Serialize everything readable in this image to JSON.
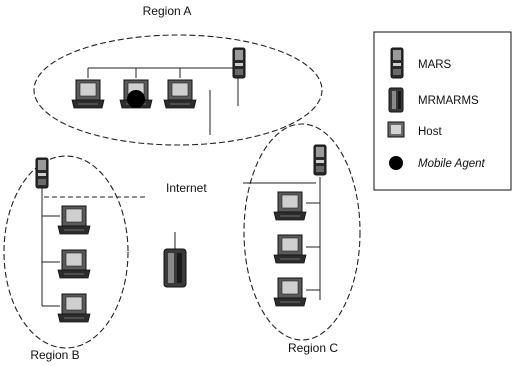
{
  "regions": {
    "a": "Region A",
    "b": "Region B",
    "c": "Region C"
  },
  "internet_label": "Internet",
  "legend": {
    "mars": "MARS",
    "mrmarms": "MRMARMS",
    "host": "Host",
    "agent": "Mobile Agent"
  },
  "icons": {
    "mars": "server-tower-icon",
    "mrmarms": "cylinder-server-icon",
    "host": "computer-monitor-icon",
    "agent": "black-dot-icon"
  }
}
